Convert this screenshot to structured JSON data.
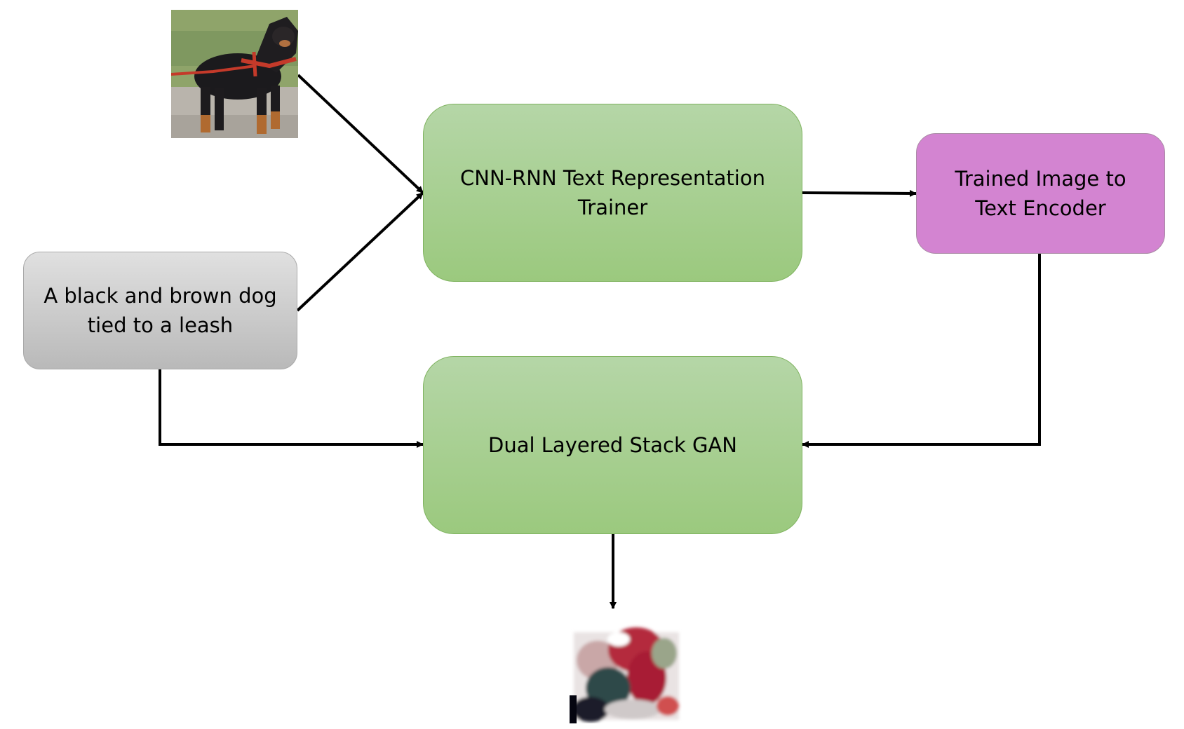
{
  "nodes": {
    "trainer": {
      "line1": "CNN-RNN Text Representation",
      "line2": "Trainer"
    },
    "encoder": {
      "line1": "Trained Image to",
      "line2": "Text Encoder"
    },
    "caption": {
      "line1": "A black and brown dog",
      "line2": "tied to a leash"
    },
    "gan": {
      "label": "Dual Layered Stack GAN"
    }
  },
  "images": {
    "input_photo": "rottweiler-dog-photo",
    "output_image": "generated-gan-image"
  },
  "colors": {
    "green_box": "#a7cf8f",
    "green_border": "#7fb35f",
    "encoder_box": "#d384d1",
    "caption_box": "#cfcfcf",
    "arrow": "#000000"
  }
}
